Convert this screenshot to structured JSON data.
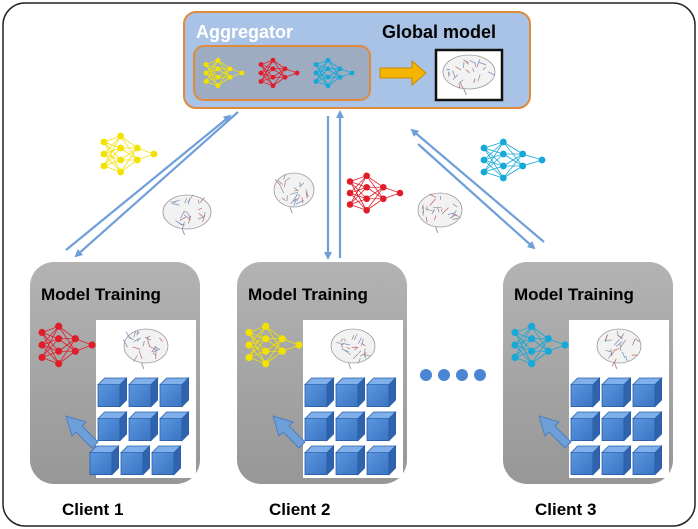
{
  "aggregator": {
    "title": "Aggregator",
    "global_model_label": "Global model",
    "nets": [
      "yellow-network-icon",
      "red-network-icon",
      "cyan-network-icon"
    ]
  },
  "clients": [
    {
      "training_label": "Model Training",
      "name": "Client 1",
      "net_icon": "red-network-icon"
    },
    {
      "training_label": "Model Training",
      "name": "Client 2",
      "net_icon": "yellow-network-icon"
    },
    {
      "training_label": "Model Training",
      "name": "Client 3",
      "net_icon": "cyan-network-icon"
    }
  ],
  "colors": {
    "aggregator_fill": "#a9c3e6",
    "aggregator_border": "#e08a3c",
    "client_panel": "#a6a6a6",
    "arrow": "#6f9fd8",
    "cube": "#4a86d4",
    "yellow": "#f2e200",
    "red": "#e11d2a",
    "cyan": "#15a8d8"
  }
}
